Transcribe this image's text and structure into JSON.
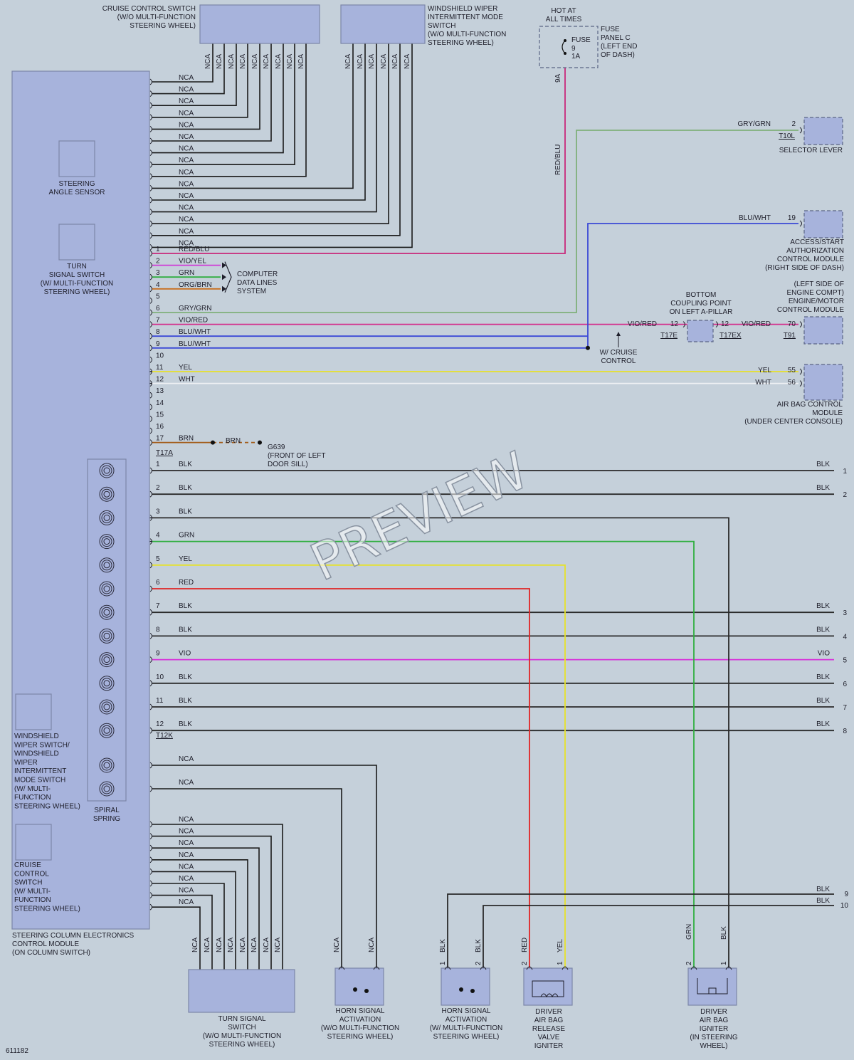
{
  "figure_id": "611182",
  "watermark": "PREVIEW",
  "colors": {
    "background": "#c5d0da",
    "module_fill": "#a7b3dc",
    "module_stroke": "#7c86a8",
    "BLK": "#2a2a2a",
    "RED": "#e02525",
    "YEL": "#e6e12a",
    "GRN": "#2fae3f",
    "VIO": "#d72fd9",
    "BRN": "#a35c1a",
    "BLU": "#2d3fe0",
    "RED/BLU": "#c8287a",
    "VIO/RED": "#d42e8c",
    "VIO/YEL": "#cf3ad6",
    "ORG/BRN": "#c96f1e",
    "GRY/GRN": "#7fb07a",
    "BLU/WHT": "#3b49d6",
    "WHT": "#eef1f4",
    "NCA": "#1a1a1a"
  },
  "labels": {
    "cruise_switch_top": [
      "CRUISE CONTROL SWITCH",
      "(W/O MULTI-FUNCTION",
      "STEERING WHEEL)"
    ],
    "wiper_switch_top": [
      "WINDSHIELD WIPER",
      "INTERMITTENT MODE",
      "SWITCH",
      "(W/O MULTI-FUNCTION",
      "STEERING WHEEL)"
    ],
    "hot_at": [
      "HOT AT",
      "ALL TIMES"
    ],
    "fuse_word": "FUSE",
    "fuse_num": "9",
    "fuse_amp": "1A",
    "fuse_panel": [
      "FUSE",
      "PANEL C",
      "(LEFT END",
      "OF DASH)"
    ],
    "fuse_pin": "9A",
    "selector_lever": "SELECTOR LEVER",
    "selector_conn": "T10L",
    "selector_wire": "GRY/GRN",
    "selector_pin": "2",
    "access_module": [
      "ACCESS/START",
      "AUTHORIZATION",
      "CONTROL MODULE",
      "(RIGHT SIDE OF DASH)"
    ],
    "access_wire": "BLU/WHT",
    "access_pin": "19",
    "ecm": [
      "(LEFT SIDE OF",
      "ENGINE COMPT)",
      "ENGINE/MOTOR",
      "CONTROL MODULE"
    ],
    "ecm_wire": "VIO/RED",
    "ecm_pin": "70",
    "ecm_conn": "T91",
    "coupling": [
      "BOTTOM",
      "COUPLING POINT",
      "ON LEFT A-PILLAR"
    ],
    "coupling_wire_left": "VIO/RED",
    "coupling_pin_left": "12",
    "coupling_conn_left": "T17E",
    "coupling_pin_right": "12",
    "coupling_conn_right": "T17EX",
    "cruise_note": [
      "W/ CRUISE",
      "CONTROL"
    ],
    "airbag_module": [
      "AIR BAG CONTROL",
      "MODULE",
      "(UNDER CENTER CONSOLE)"
    ],
    "airbag_wire_yel": "YEL",
    "airbag_pin_yel": "55",
    "airbag_wire_wht": "WHT",
    "airbag_pin_wht": "56",
    "computer_data": [
      "COMPUTER",
      "DATA LINES",
      "SYSTEM"
    ],
    "ground_wire": "BRN",
    "ground": [
      "G639",
      "(FRONT OF LEFT",
      "DOOR SILL)"
    ],
    "t17a": "T17A",
    "t12k": "T12K",
    "steering_angle": [
      "STEERING",
      "ANGLE SENSOR"
    ],
    "turn_signal_inner": [
      "TURN",
      "SIGNAL SWITCH",
      "(W/ MULTI-FUNCTION",
      "STEERING WHEEL)"
    ],
    "wiper_inner": [
      "WINDSHIELD",
      "WIPER SWITCH/",
      "WINDSHIELD",
      "WIPER",
      "INTERMITTENT",
      "MODE SWITCH",
      "(W/ MULTI-",
      "FUNCTION",
      "STEERING WHEEL)"
    ],
    "cruise_inner": [
      "CRUISE",
      "CONTROL",
      "SWITCH",
      "(W/ MULTI-",
      "FUNCTION",
      "STEERING WHEEL)"
    ],
    "spiral_spring": [
      "SPIRAL",
      "SPRING"
    ],
    "scem": [
      "STEERING COLUMN ELECTRONICS",
      "CONTROL MODULE",
      "(ON COLUMN SWITCH)"
    ],
    "turn_signal_bottom": [
      "TURN SIGNAL",
      "SWITCH",
      "(W/O MULTI-FUNCTION",
      "STEERING WHEEL)"
    ],
    "horn_left": [
      "HORN SIGNAL",
      "ACTIVATION",
      "(W/O MULTI-FUNCTION",
      "STEERING WHEEL)"
    ],
    "horn_right": [
      "HORN SIGNAL",
      "ACTIVATION",
      "(W/ MULTI-FUNCTION",
      "STEERING WHEEL)"
    ],
    "driver_valve": [
      "DRIVER",
      "AIR BAG",
      "RELEASE",
      "VALVE",
      "IGNITER"
    ],
    "driver_igniter": [
      "DRIVER",
      "AIR BAG",
      "IGNITER",
      "(IN STEERING",
      "WHEEL)"
    ]
  },
  "top_pins": [
    {
      "label": "NCA"
    },
    {
      "label": "NCA"
    },
    {
      "label": "NCA"
    },
    {
      "label": "NCA"
    },
    {
      "label": "NCA"
    },
    {
      "label": "NCA"
    },
    {
      "label": "NCA"
    },
    {
      "label": "NCA"
    },
    {
      "label": "NCA"
    },
    {
      "label": "NCA"
    },
    {
      "label": "NCA"
    },
    {
      "label": "NCA"
    },
    {
      "label": "NCA"
    },
    {
      "label": "NCA"
    },
    {
      "label": "NCA"
    }
  ],
  "t17a_pins": [
    {
      "pin": "1",
      "color": "RED/BLU"
    },
    {
      "pin": "2",
      "color": "VIO/YEL"
    },
    {
      "pin": "3",
      "color": "GRN"
    },
    {
      "pin": "4",
      "color": "ORG/BRN"
    },
    {
      "pin": "5",
      "color": ""
    },
    {
      "pin": "6",
      "color": "GRY/GRN"
    },
    {
      "pin": "7",
      "color": "VIO/RED"
    },
    {
      "pin": "8",
      "color": "BLU/WHT"
    },
    {
      "pin": "9",
      "color": "BLU/WHT"
    },
    {
      "pin": "10",
      "color": ""
    },
    {
      "pin": "11",
      "color": "YEL"
    },
    {
      "pin": "12",
      "color": "WHT"
    },
    {
      "pin": "13",
      "color": ""
    },
    {
      "pin": "14",
      "color": ""
    },
    {
      "pin": "15",
      "color": ""
    },
    {
      "pin": "16",
      "color": ""
    },
    {
      "pin": "17",
      "color": "BRN"
    }
  ],
  "t12k_pins": [
    {
      "pin": "1",
      "color": "BLK",
      "right_color": "BLK",
      "right_pin": "1"
    },
    {
      "pin": "2",
      "color": "BLK",
      "right_color": "BLK",
      "right_pin": "2"
    },
    {
      "pin": "3",
      "color": "BLK",
      "right_color": "",
      "right_pin": ""
    },
    {
      "pin": "4",
      "color": "GRN",
      "right_color": "",
      "right_pin": ""
    },
    {
      "pin": "5",
      "color": "YEL",
      "right_color": "",
      "right_pin": ""
    },
    {
      "pin": "6",
      "color": "RED",
      "right_color": "",
      "right_pin": ""
    },
    {
      "pin": "7",
      "color": "BLK",
      "right_color": "BLK",
      "right_pin": "3"
    },
    {
      "pin": "8",
      "color": "BLK",
      "right_color": "BLK",
      "right_pin": "4"
    },
    {
      "pin": "9",
      "color": "VIO",
      "right_color": "VIO",
      "right_pin": "5"
    },
    {
      "pin": "10",
      "color": "BLK",
      "right_color": "BLK",
      "right_pin": "6"
    },
    {
      "pin": "11",
      "color": "BLK",
      "right_color": "BLK",
      "right_pin": "7"
    },
    {
      "pin": "12",
      "color": "BLK",
      "right_color": "BLK",
      "right_pin": "8"
    }
  ],
  "spiral_extra": [
    {
      "label": "NCA"
    },
    {
      "label": "NCA"
    }
  ],
  "bottom_pins": [
    {
      "label": "NCA"
    },
    {
      "label": "NCA"
    },
    {
      "label": "NCA"
    },
    {
      "label": "NCA"
    },
    {
      "label": "NCA"
    },
    {
      "label": "NCA"
    },
    {
      "label": "NCA"
    },
    {
      "label": "NCA"
    }
  ],
  "right_lower": [
    {
      "color": "BLK",
      "pin": "9"
    },
    {
      "color": "BLK",
      "pin": "10"
    }
  ],
  "vertical_labels": {
    "cruise_top": [
      "NCA",
      "NCA",
      "NCA",
      "NCA",
      "NCA",
      "NCA",
      "NCA",
      "NCA",
      "NCA"
    ],
    "wiper_top": [
      "NCA",
      "NCA",
      "NCA",
      "NCA",
      "NCA",
      "NCA"
    ],
    "fuse_wire": "RED/BLU",
    "turn_bottom": [
      "NCA",
      "NCA",
      "NCA",
      "NCA",
      "NCA",
      "NCA",
      "NCA",
      "NCA"
    ],
    "horn_left": [
      "NCA",
      "NCA"
    ],
    "horn_right": [
      "BLK",
      "BLK"
    ],
    "driver_valve": [
      "RED",
      "YEL"
    ],
    "driver_igniter": [
      "GRN",
      "BLK"
    ]
  },
  "pin_numbers": {
    "horn_right": [
      "1",
      "2"
    ],
    "driver_valve": [
      "2",
      "1"
    ],
    "driver_igniter": [
      "2",
      "1"
    ]
  }
}
